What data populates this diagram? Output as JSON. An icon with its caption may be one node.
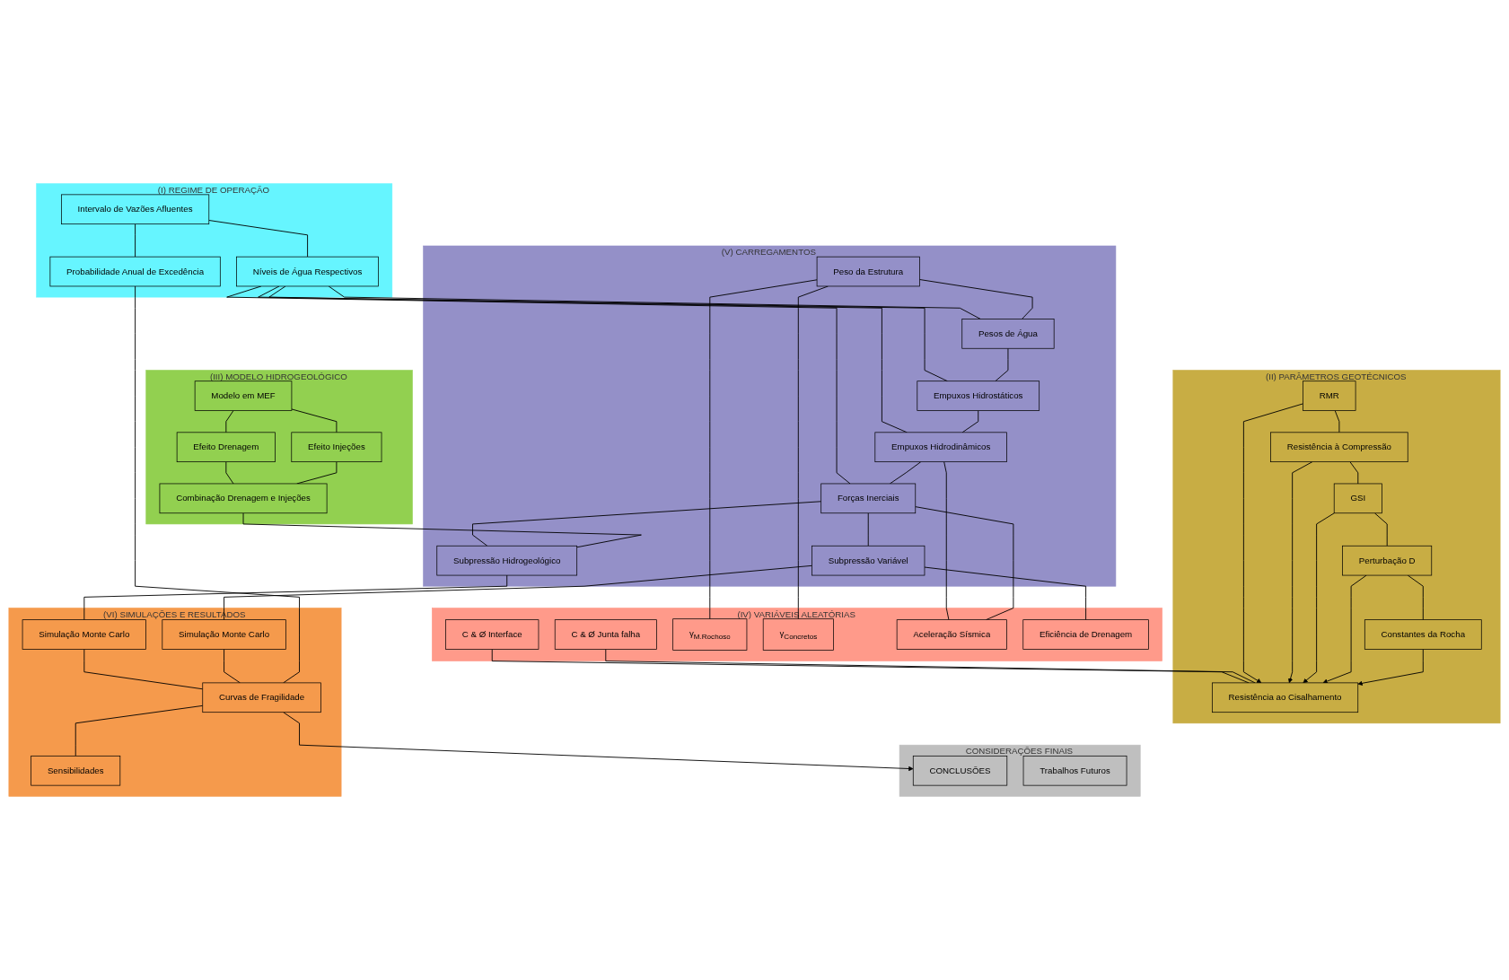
{
  "diagram": {
    "nodes": [
      {
        "text": [
          "(I) REGIME DE OPERAÇÃO"
        ]
      },
      {
        "text": [
          "Intervalo de Vazões Afluentes"
        ],
        "in": 0
      },
      {
        "text": [
          "Probabilidade Anual de Excedência"
        ],
        "in": 0
      },
      {
        "text": [
          "Níveis de Água Respectivos"
        ],
        "in": 0
      },
      {
        "text": [
          "(V) CARREGAMENTOS"
        ]
      },
      {
        "text": [
          "Peso da Estrutura"
        ],
        "in": 4
      },
      {
        "text": [
          "Pesos de Água"
        ],
        "in": 4
      },
      {
        "text": [
          "Empuxos Hidrostáticos"
        ],
        "in": 4
      },
      {
        "text": [
          "Empuxos Hidrodinâmicos"
        ],
        "in": 4
      },
      {
        "text": [
          "Forças Inerciais"
        ],
        "in": 4
      },
      {
        "text": [
          "Subpressão Hidrogeológico"
        ],
        "in": 4
      },
      {
        "text": [
          "Subpressão Variável"
        ],
        "in": 4
      },
      {
        "text": [
          "(IV) VARIÁVEIS ALEATÓRIAS"
        ]
      },
      {
        "text": [
          "C & Ø Interface"
        ],
        "in": 12
      },
      {
        "text": [
          "C & Ø Junta falha"
        ],
        "in": 12
      },
      {
        "text": [
          "γ$_{M.Rochoso}$"
        ],
        "in": 12
      },
      {
        "text": [
          "γ$_{Concretos}$"
        ],
        "in": 12
      },
      {
        "text": [
          "Aceleração Sísmica"
        ],
        "in": 12
      },
      {
        "text": [
          "Eficiência de Drenagem"
        ],
        "in": 12
      },
      {
        "text": [
          "(II) PARÂMETROS GEOTÉCNICOS"
        ]
      },
      {
        "text": [
          "Resistência ao Cisalhamento"
        ],
        "in": 19
      },
      {
        "text": [
          "RMR"
        ],
        "in": 19
      },
      {
        "text": [
          "Resistência à Compressão"
        ],
        "in": 19
      },
      {
        "text": [
          "GSI"
        ],
        "in": 19
      },
      {
        "text": [
          "Perturbação D"
        ],
        "in": 19
      },
      {
        "text": [
          "Constantes da Rocha"
        ],
        "in": 19
      },
      {
        "text": [
          "(III) MODELO HIDROGEOLÓGICO"
        ]
      },
      {
        "text": [
          "Modelo em MEF"
        ],
        "in": 26
      },
      {
        "text": [
          "Efeito Drenagem"
        ],
        "in": 26
      },
      {
        "text": [
          "Efeito Injeções"
        ],
        "in": 26
      },
      {
        "text": [
          "Combinação Drenagem e Injeções"
        ],
        "in": 26
      },
      {
        "text": [
          "(VI) SIMULAÇÕES E RESULTADOS"
        ]
      },
      {
        "text": [
          "Simulação Monte Carlo"
        ],
        "in": 31
      },
      {
        "text": [
          "Simulação Monte Carlo"
        ],
        "in": 31
      },
      {
        "text": [
          "Curvas de Fragilidade"
        ],
        "in": 31
      },
      {
        "text": [
          "Sensibilidades"
        ],
        "in": 31
      },
      {
        "text": [
          "CONSIDERAÇÕES FINAIS"
        ]
      },
      {
        "text": [
          "CONCLUSÕES"
        ],
        "in": 36
      },
      {
        "text": [
          "Trabalhos Futuros"
        ],
        "in": 36
      }
    ],
    "edges": [
      {
        "from": 1,
        "to": 2,
        "arrow": "none"
      },
      {
        "from": 1,
        "to": 3,
        "arrow": "none"
      },
      {
        "from": 3,
        "to": 6,
        "arrow": "none"
      },
      {
        "from": 3,
        "to": 7,
        "arrow": "none"
      },
      {
        "from": 3,
        "to": 8,
        "arrow": "none"
      },
      {
        "from": 3,
        "to": 9,
        "arrow": "none"
      },
      {
        "from": 5,
        "to": 6,
        "arrow": "none"
      },
      {
        "from": 6,
        "to": 7,
        "arrow": "none"
      },
      {
        "from": 7,
        "to": 8,
        "arrow": "none"
      },
      {
        "from": 8,
        "to": 9,
        "arrow": "none"
      },
      {
        "from": 9,
        "to": 10,
        "arrow": "none"
      },
      {
        "from": 9,
        "to": 11,
        "arrow": "none"
      },
      {
        "from": 5,
        "to": 15,
        "arrow": "none"
      },
      {
        "from": 5,
        "to": 16,
        "arrow": "none"
      },
      {
        "from": 8,
        "to": 17,
        "arrow": "none"
      },
      {
        "from": 9,
        "to": 17,
        "arrow": "none"
      },
      {
        "from": 11,
        "to": 18,
        "arrow": "none"
      },
      {
        "from": 13,
        "to": 20,
        "arrow": "none"
      },
      {
        "from": 14,
        "to": 20,
        "arrow": "none"
      },
      {
        "from": 21,
        "to": 22,
        "arrow": "none"
      },
      {
        "from": 22,
        "to": 23,
        "arrow": "none"
      },
      {
        "from": 23,
        "to": 24,
        "arrow": "none"
      },
      {
        "from": 24,
        "to": 25,
        "arrow": "none"
      },
      {
        "from": 21,
        "to": 20,
        "arrow": "to"
      },
      {
        "from": 22,
        "to": 20,
        "arrow": "to"
      },
      {
        "from": 23,
        "to": 20,
        "arrow": "to"
      },
      {
        "from": 24,
        "to": 20,
        "arrow": "to"
      },
      {
        "from": 25,
        "to": 20,
        "arrow": "to"
      },
      {
        "from": 27,
        "to": 28,
        "arrow": "none"
      },
      {
        "from": 27,
        "to": 29,
        "arrow": "none"
      },
      {
        "from": 28,
        "to": 30,
        "arrow": "none"
      },
      {
        "from": 29,
        "to": 30,
        "arrow": "none"
      },
      {
        "from": 30,
        "to": 10,
        "arrow": "none"
      },
      {
        "from": 10,
        "to": 32,
        "arrow": "none"
      },
      {
        "from": 11,
        "to": 33,
        "arrow": "none"
      },
      {
        "from": 32,
        "to": 34,
        "arrow": "none"
      },
      {
        "from": 33,
        "to": 34,
        "arrow": "none"
      },
      {
        "from": 34,
        "to": 35,
        "arrow": "none"
      },
      {
        "from": 2,
        "to": 34,
        "arrow": "none"
      },
      {
        "from": 34,
        "to": 37,
        "arrow": "to"
      }
    ]
  }
}
